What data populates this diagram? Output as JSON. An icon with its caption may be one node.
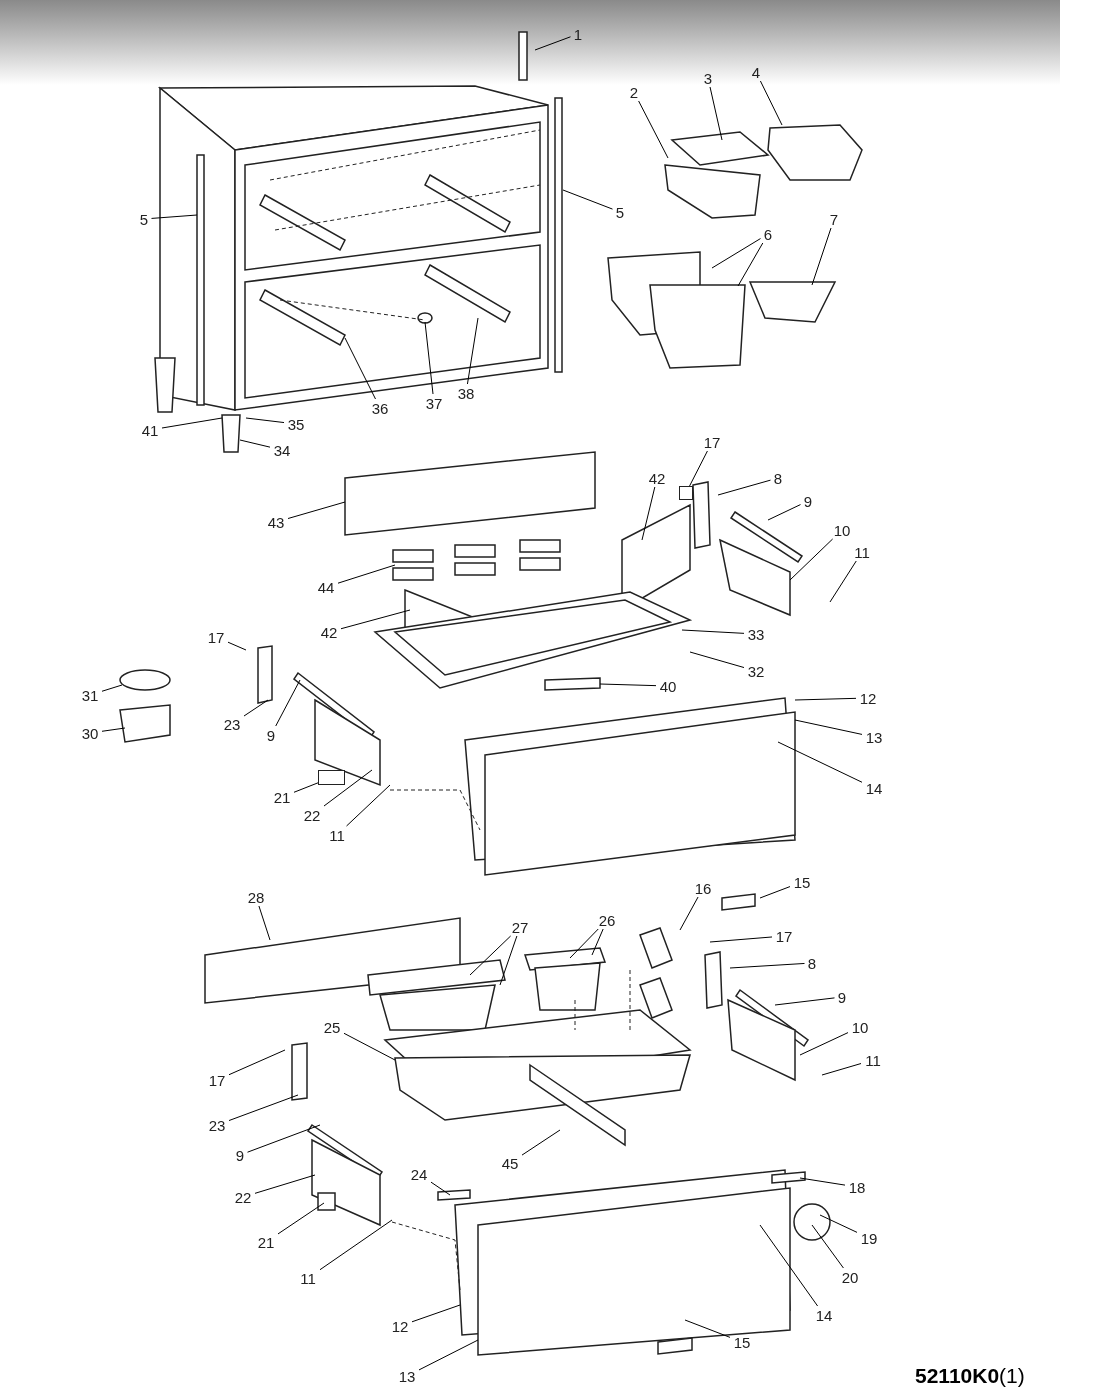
{
  "diagram": {
    "nodes": [
      {
        "text": [
          "1"
        ]
      },
      {
        "text": [
          "2"
        ]
      },
      {
        "text": [
          "3"
        ]
      },
      {
        "text": [
          "4"
        ]
      },
      {
        "text": [
          "5"
        ]
      },
      {
        "text": [
          "5"
        ]
      },
      {
        "text": [
          "6"
        ]
      },
      {
        "text": [
          "7"
        ]
      },
      {
        "text": [
          "36"
        ]
      },
      {
        "text": [
          "37"
        ]
      },
      {
        "text": [
          "38"
        ]
      },
      {
        "text": [
          "41"
        ]
      },
      {
        "text": [
          "35"
        ]
      },
      {
        "text": [
          "34"
        ]
      },
      {
        "text": [
          "17"
        ]
      },
      {
        "text": [
          "43"
        ]
      },
      {
        "text": [
          "42"
        ]
      },
      {
        "text": [
          "8"
        ]
      },
      {
        "text": [
          "9"
        ]
      },
      {
        "text": [
          "10"
        ]
      },
      {
        "text": [
          "11"
        ]
      },
      {
        "text": [
          "44"
        ]
      },
      {
        "text": [
          "42"
        ]
      },
      {
        "text": [
          "33"
        ]
      },
      {
        "text": [
          "32"
        ]
      },
      {
        "text": [
          "17"
        ]
      },
      {
        "text": [
          "31"
        ]
      },
      {
        "text": [
          "30"
        ]
      },
      {
        "text": [
          "23"
        ]
      },
      {
        "text": [
          "9"
        ]
      },
      {
        "text": [
          "40"
        ]
      },
      {
        "text": [
          "12"
        ]
      },
      {
        "text": [
          "13"
        ]
      },
      {
        "text": [
          "14"
        ]
      },
      {
        "text": [
          "21"
        ]
      },
      {
        "text": [
          "22"
        ]
      },
      {
        "text": [
          "11"
        ]
      },
      {
        "text": [
          "28"
        ]
      },
      {
        "text": [
          "16"
        ]
      },
      {
        "text": [
          "15"
        ]
      },
      {
        "text": [
          "27"
        ]
      },
      {
        "text": [
          "26"
        ]
      },
      {
        "text": [
          "17"
        ]
      },
      {
        "text": [
          "8"
        ]
      },
      {
        "text": [
          "9"
        ]
      },
      {
        "text": [
          "10"
        ]
      },
      {
        "text": [
          "25"
        ]
      },
      {
        "text": [
          "11"
        ]
      },
      {
        "text": [
          "17"
        ]
      },
      {
        "text": [
          "23"
        ]
      },
      {
        "text": [
          "45"
        ]
      },
      {
        "text": [
          "9"
        ]
      },
      {
        "text": [
          "24"
        ]
      },
      {
        "text": [
          "18"
        ]
      },
      {
        "text": [
          "22"
        ]
      },
      {
        "text": [
          "19"
        ]
      },
      {
        "text": [
          "21"
        ]
      },
      {
        "text": [
          "20"
        ]
      },
      {
        "text": [
          "11"
        ]
      },
      {
        "text": [
          "14"
        ]
      },
      {
        "text": [
          "12"
        ]
      },
      {
        "text": [
          "13"
        ]
      },
      {
        "text": [
          "15"
        ]
      },
      {
        "text": [],
        "shape": "box"
      },
      {
        "text": [],
        "shape": "box"
      }
    ],
    "edges": [
      {
        "from": 0,
        "to": null,
        "arrow": "none"
      },
      {
        "from": 1,
        "to": null,
        "arrow": "none"
      },
      {
        "from": 2,
        "to": null,
        "arrow": "none"
      },
      {
        "from": 3,
        "to": null,
        "arrow": "none"
      },
      {
        "from": 4,
        "to": null,
        "arrow": "none"
      },
      {
        "from": 5,
        "to": null,
        "arrow": "none"
      },
      {
        "from": 6,
        "to": null,
        "arrow": "none"
      },
      {
        "from": 6,
        "to": null,
        "arrow": "none"
      },
      {
        "from": 7,
        "to": null,
        "arrow": "none"
      },
      {
        "from": 8,
        "to": null,
        "arrow": "none"
      },
      {
        "from": 9,
        "to": null,
        "arrow": "none"
      },
      {
        "from": 10,
        "to": null,
        "arrow": "none"
      },
      {
        "from": 11,
        "to": null,
        "arrow": "none"
      },
      {
        "from": 12,
        "to": null,
        "arrow": "none"
      },
      {
        "from": 13,
        "to": null,
        "arrow": "none"
      },
      {
        "from": 14,
        "to": 63,
        "arrow": "none"
      },
      {
        "from": 15,
        "to": null,
        "arrow": "none"
      },
      {
        "from": 16,
        "to": null,
        "arrow": "none"
      },
      {
        "from": 17,
        "to": null,
        "arrow": "none"
      },
      {
        "from": 18,
        "to": null,
        "arrow": "none"
      },
      {
        "from": 19,
        "to": null,
        "arrow": "none"
      },
      {
        "from": 20,
        "to": null,
        "arrow": "none"
      },
      {
        "from": 21,
        "to": null,
        "arrow": "none"
      },
      {
        "from": 22,
        "to": null,
        "arrow": "none"
      },
      {
        "from": 23,
        "to": null,
        "arrow": "none"
      },
      {
        "from": 24,
        "to": null,
        "arrow": "none"
      },
      {
        "from": 25,
        "to": null,
        "arrow": "none"
      },
      {
        "from": 26,
        "to": null,
        "arrow": "none"
      },
      {
        "from": 27,
        "to": null,
        "arrow": "none"
      },
      {
        "from": 28,
        "to": null,
        "arrow": "none"
      },
      {
        "from": 29,
        "to": null,
        "arrow": "none"
      },
      {
        "from": 30,
        "to": null,
        "arrow": "none"
      },
      {
        "from": 31,
        "to": null,
        "arrow": "none"
      },
      {
        "from": 32,
        "to": null,
        "arrow": "none"
      },
      {
        "from": 33,
        "to": null,
        "arrow": "none"
      },
      {
        "from": 34,
        "to": 64,
        "arrow": "none"
      },
      {
        "from": 35,
        "to": null,
        "arrow": "none"
      },
      {
        "from": 36,
        "to": null,
        "arrow": "none"
      },
      {
        "from": 37,
        "to": null,
        "arrow": "none"
      },
      {
        "from": 38,
        "to": null,
        "arrow": "none"
      },
      {
        "from": 39,
        "to": null,
        "arrow": "none"
      },
      {
        "from": 40,
        "to": null,
        "arrow": "none"
      },
      {
        "from": 40,
        "to": null,
        "arrow": "none"
      },
      {
        "from": 41,
        "to": null,
        "arrow": "none"
      },
      {
        "from": 41,
        "to": null,
        "arrow": "none"
      },
      {
        "from": 42,
        "to": null,
        "arrow": "none"
      },
      {
        "from": 43,
        "to": null,
        "arrow": "none"
      },
      {
        "from": 44,
        "to": null,
        "arrow": "none"
      },
      {
        "from": 45,
        "to": null,
        "arrow": "none"
      },
      {
        "from": 46,
        "to": null,
        "arrow": "none"
      },
      {
        "from": 47,
        "to": null,
        "arrow": "none"
      },
      {
        "from": 48,
        "to": null,
        "arrow": "none"
      },
      {
        "from": 49,
        "to": null,
        "arrow": "none"
      },
      {
        "from": 50,
        "to": null,
        "arrow": "none"
      },
      {
        "from": 51,
        "to": null,
        "arrow": "none"
      },
      {
        "from": 52,
        "to": null,
        "arrow": "none"
      },
      {
        "from": 53,
        "to": null,
        "arrow": "none"
      },
      {
        "from": 54,
        "to": null,
        "arrow": "none"
      },
      {
        "from": 55,
        "to": null,
        "arrow": "none"
      },
      {
        "from": 56,
        "to": null,
        "arrow": "none"
      },
      {
        "from": 57,
        "to": null,
        "arrow": "none"
      },
      {
        "from": 58,
        "to": null,
        "arrow": "none"
      },
      {
        "from": 59,
        "to": null,
        "arrow": "none"
      },
      {
        "from": 60,
        "to": null,
        "arrow": "none"
      },
      {
        "from": 61,
        "to": null,
        "arrow": "none"
      },
      {
        "from": 62,
        "to": null,
        "arrow": "none"
      }
    ],
    "labels": [
      "**52110K0**(1)"
    ]
  }
}
